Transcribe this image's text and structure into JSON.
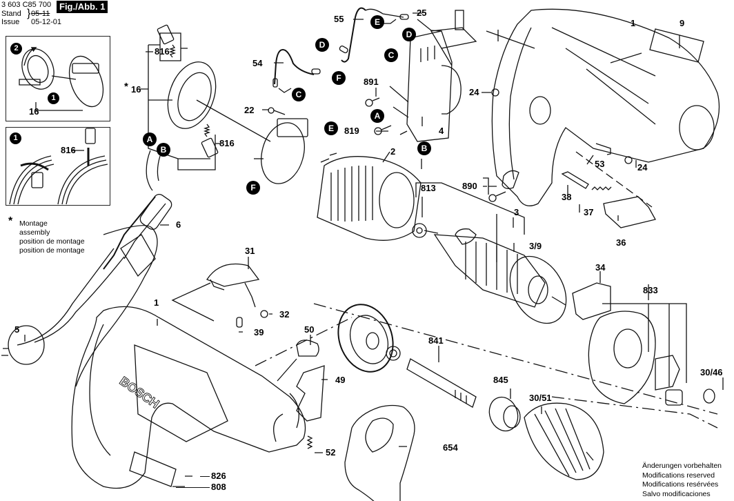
{
  "header": {
    "part_number": "3 603 C85 700",
    "stand_label": "Stand",
    "issue_label": "Issue",
    "stand_date_struck": "05-11",
    "issue_date": "05-12-01",
    "figure_label": "Fig./Abb. 1"
  },
  "inset_1": {
    "step_a": "2",
    "step_b": "1",
    "part": "16"
  },
  "inset_2": {
    "step": "1",
    "part": "816"
  },
  "assembly_note": {
    "marker": "*",
    "lines": [
      "Montage",
      "assembly",
      "position de montage",
      "position de montage"
    ]
  },
  "footer": {
    "lines": [
      "Änderungen vorbehalten",
      "Modifications reserved",
      "Modifications resérvées",
      "Salvo modificaciones"
    ]
  },
  "connectors": [
    "A",
    "B",
    "C",
    "D",
    "E",
    "F"
  ],
  "part_labels": {
    "p816a": "816",
    "p816b": "816",
    "p16": "16",
    "p16_star": "*",
    "p55": "55",
    "p54": "54",
    "p25": "25",
    "p891": "891",
    "p819": "819",
    "p4": "4",
    "p22": "22",
    "p2": "2",
    "p1_top": "1",
    "p9": "9",
    "p24a": "24",
    "p24b": "24",
    "p53": "53",
    "p890": "890",
    "p38": "38",
    "p37": "37",
    "p36": "36",
    "p813": "813",
    "p3": "3",
    "p3_9": "3/9",
    "p6": "6",
    "p31": "31",
    "p32": "32",
    "p39": "39",
    "p34": "34",
    "p833": "833",
    "p1_bottom": "1",
    "p5": "5",
    "p50": "50",
    "p49": "49",
    "p841": "841",
    "p845": "845",
    "p30_51": "30/51",
    "p30_46": "30/46",
    "p52": "52",
    "p654": "654",
    "p826": "826",
    "p808": "808"
  },
  "brand_on_housing": "BOSCH"
}
